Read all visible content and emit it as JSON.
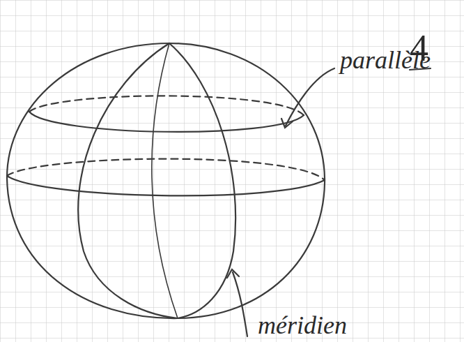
{
  "diagram": {
    "labels": [
      "4",
      "parallèle",
      "méridien"
    ]
  }
}
